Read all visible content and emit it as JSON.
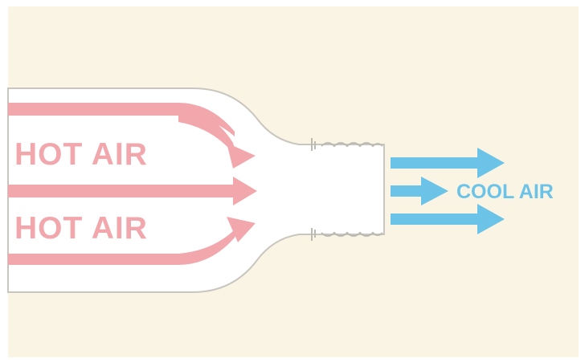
{
  "diagram": {
    "labels": {
      "hot_air_top": "HOT AIR",
      "hot_air_bottom": "HOT AIR",
      "cool_air": "COOL AIR"
    },
    "colors": {
      "background": "#faf4e4",
      "bottle_outline": "#c9c6c0",
      "bottle_fill": "#ffffff",
      "hot_air": "#f2a7ad",
      "cool_air": "#6cc3e8"
    }
  }
}
